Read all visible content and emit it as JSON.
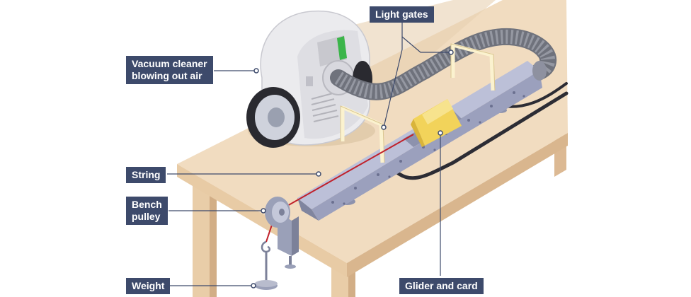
{
  "labels": {
    "light_gates": "Light gates",
    "vacuum_cleaner": [
      "Vacuum cleaner",
      "blowing out air"
    ],
    "string": "String",
    "bench_pulley": [
      "Bench",
      "pulley"
    ],
    "weight": "Weight",
    "glider_and_card": "Glider and card"
  },
  "colors": {
    "label_bg": "#3d4a6b",
    "bench_top": "#f1dcc0",
    "bench_edge": "#e3c49f",
    "air_track": "#a8adc8",
    "string": "#c0202a",
    "card": "#f2d35a",
    "light_gate": "#fbf2cf",
    "hose": "#7c7f88",
    "cable": "#2c2c34"
  }
}
